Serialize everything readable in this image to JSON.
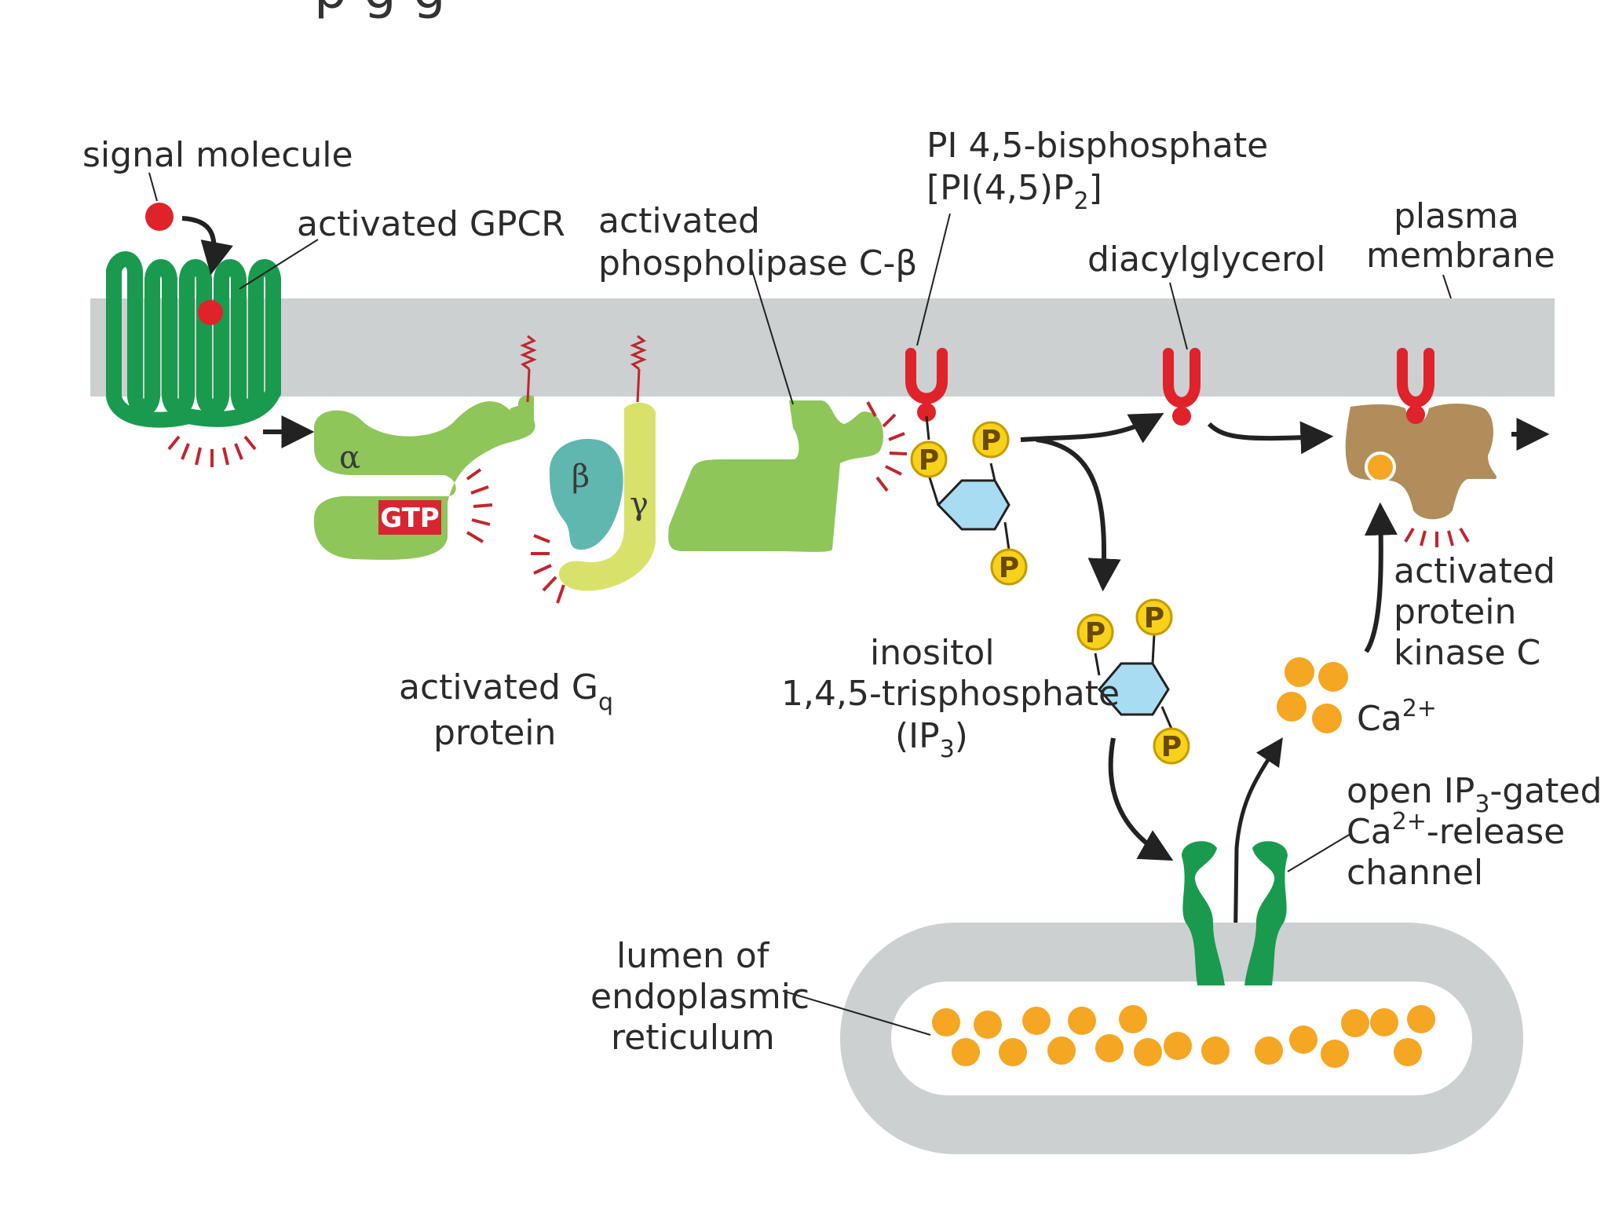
{
  "header": {
    "partial_text": "p            g   g"
  },
  "labels": {
    "signal_molecule": "signal molecule",
    "activated_gpcr": "activated GPCR",
    "phospholipase_line1": "activated",
    "phospholipase_line2": "phospholipase C-β",
    "pip2_line1": "PI 4,5-bisphosphate",
    "pip2_line2_a": "[PI(4,5)P",
    "pip2_line2_sub": "2",
    "pip2_line2_b": "]",
    "dag": "diacylglycerol",
    "plasma_line1": "plasma",
    "plasma_line2": "membrane",
    "gq_line1": "activated G",
    "gq_sub": "q",
    "gq_line2": "protein",
    "ip3_line1": "inositol",
    "ip3_line2": "1,4,5-trisphosphate",
    "ip3_line3_a": "(IP",
    "ip3_line3_sub": "3",
    "ip3_line3_b": ")",
    "pkc_line1": "activated",
    "pkc_line2": "protein",
    "pkc_line3": "kinase C",
    "ca": "Ca",
    "ca_sup": "2+",
    "channel_line1_a": "open IP",
    "channel_line1_sub": "3",
    "channel_line1_b": "-gated",
    "channel_line2_a": "Ca",
    "channel_line2_sup": "2+",
    "channel_line2_b": "-release",
    "channel_line3": "channel",
    "er_line1": "lumen of",
    "er_line2": "endoplasmic",
    "er_line3": "reticulum",
    "gtp": "GTP",
    "alpha": "α",
    "beta": "β",
    "gamma": "γ",
    "phosphate": "P"
  },
  "colors": {
    "membrane": "#ccd0d1",
    "gpcr": "#1a9a4e",
    "signal": "#e0222a",
    "gq_alpha": "#8ec65a",
    "gq_beta": "#5fb7b0",
    "gq_gamma": "#d8e26a",
    "plc": "#8ec65a",
    "lipid_head": "#e0222a",
    "phosphate": "#f7d21a",
    "inositol_ring": "#a8dcf2",
    "pkc": "#b08d5a",
    "calcium": "#f5a623",
    "channel": "#1a9a4e",
    "er": "#ccd0d1"
  }
}
